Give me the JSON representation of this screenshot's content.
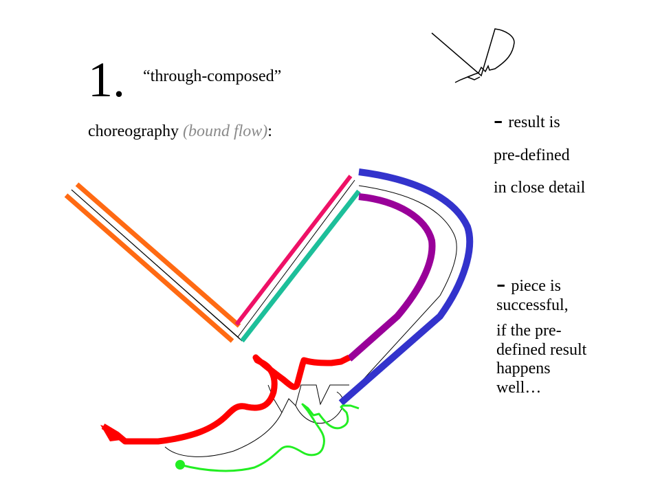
{
  "title": {
    "number": "1.",
    "quoted": "“through-composed”",
    "line2_main": "choreography ",
    "line2_paren": "(bound flow)",
    "line2_end": ":"
  },
  "bullets": [
    {
      "dash": "-",
      "lines": [
        "result is",
        "pre-defined",
        "in close detail"
      ]
    },
    {
      "dash": "-",
      "lines": [
        "piece is",
        "successful,",
        "if the pre-",
        "defined result",
        "happens",
        "well…"
      ]
    }
  ],
  "colors": {
    "orange": "#ff6a13",
    "pink": "#ee1166",
    "teal": "#1dbf9a",
    "purple": "#990099",
    "blue": "#3333cc",
    "red": "#ff0000",
    "green": "#22ee22",
    "black": "#000000"
  }
}
